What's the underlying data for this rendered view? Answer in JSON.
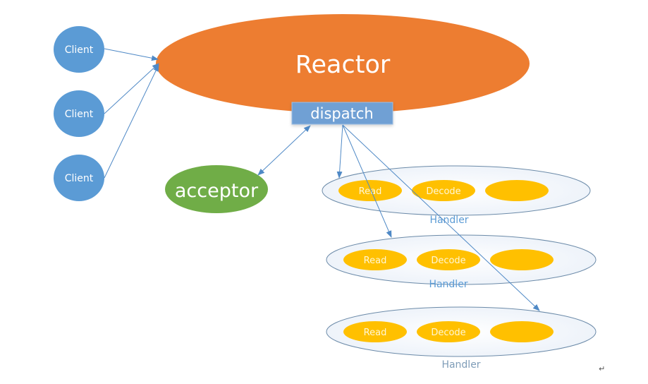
{
  "clients": [
    {
      "label": "Client"
    },
    {
      "label": "Client"
    },
    {
      "label": "Client"
    }
  ],
  "reactor": {
    "label": "Reactor"
  },
  "dispatch": {
    "label": "dispatch"
  },
  "acceptor": {
    "label": "acceptor"
  },
  "handlers": [
    {
      "label": "Handler",
      "steps": [
        {
          "label": "Read"
        },
        {
          "label": "Decode"
        },
        {
          "label": ""
        }
      ]
    },
    {
      "label": "Handler",
      "steps": [
        {
          "label": "Read"
        },
        {
          "label": "Decode"
        },
        {
          "label": ""
        }
      ]
    },
    {
      "label": "Handler",
      "steps": [
        {
          "label": "Read"
        },
        {
          "label": "Decode"
        },
        {
          "label": ""
        }
      ]
    }
  ],
  "paragraph_mark": "↵",
  "colors": {
    "client": "#5b9bd5",
    "reactor": "#ed7d31",
    "dispatch": "#6fa0d4",
    "acceptor": "#70ad47",
    "step": "#ffc000",
    "handler_text": "#5b9bd5",
    "arrow": "#4f89c6"
  }
}
